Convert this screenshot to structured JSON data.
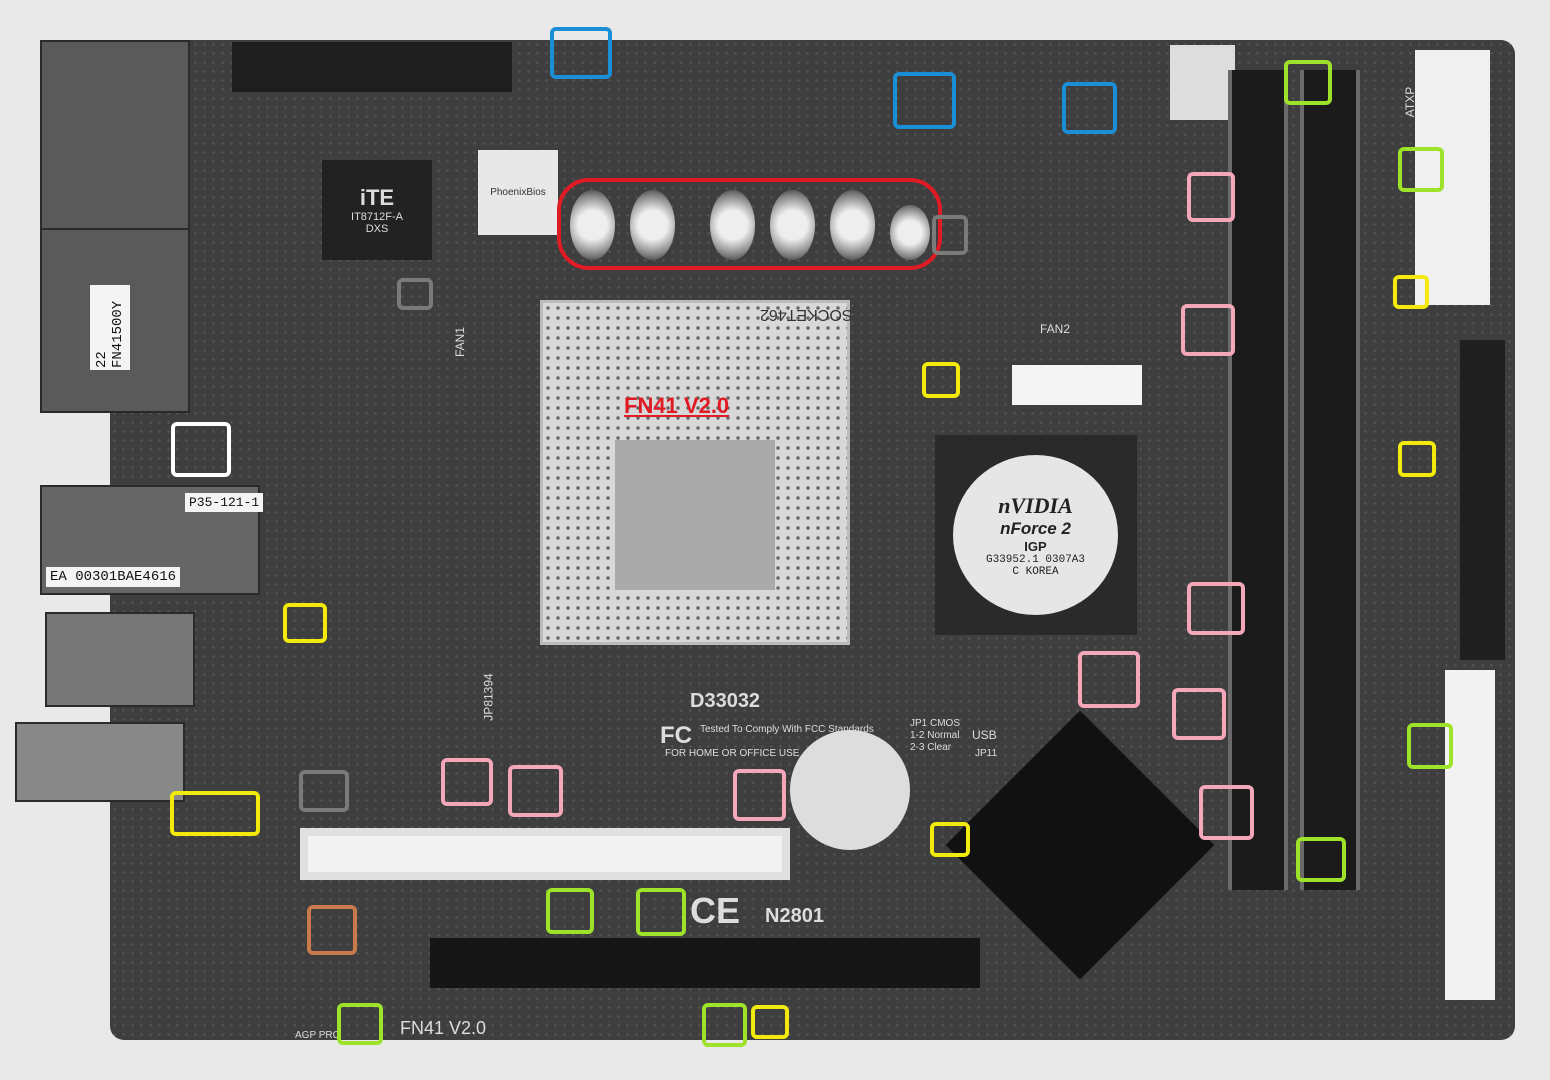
{
  "board_title": "FN41 V2.0",
  "socket_label": "SOCKET462",
  "superio": {
    "brand": "iTE",
    "model": "IT8712F-A",
    "code": "DXS"
  },
  "bios_chip": "PhoenixBios",
  "chipset": {
    "brand": "nVIDIA",
    "product": "nForce 2",
    "variant": "IGP",
    "code": "G33952.1 0307A3",
    "origin": "C  KOREA"
  },
  "stickers": {
    "com": [
      "22",
      "FN41500Y"
    ],
    "lan": "P35-121-1",
    "serial": "EA 00301BAE4616"
  },
  "silkscreen": {
    "model_code": "D33032",
    "ce": "CE",
    "n_number": "N2801",
    "fcc": "FC",
    "fcc_text": "Tested To Comply With FCC Standards",
    "fcc_use": "FOR HOME OR OFFICE USE",
    "jp1": "JP1 CMOS",
    "jp1_a": "1-2 Normal",
    "jp1_b": "2-3 Clear",
    "usb": "USB",
    "jp11": "JP11",
    "fan1": "FAN1",
    "fan2": "FAN2",
    "atxp": "ATXP",
    "agp": "AGP PRO",
    "bottom_model": "FN41 V2.0",
    "jp8": "JP81394"
  },
  "annotation_colors": {
    "blue": "#1a8fd6",
    "red": "#e01b24",
    "gray": "#7a7a7a",
    "white": "#ffffff",
    "pink": "#f4a7b9",
    "yellow": "#f2ea0a",
    "green": "#9ee22a",
    "orange": "#c97a4a"
  }
}
